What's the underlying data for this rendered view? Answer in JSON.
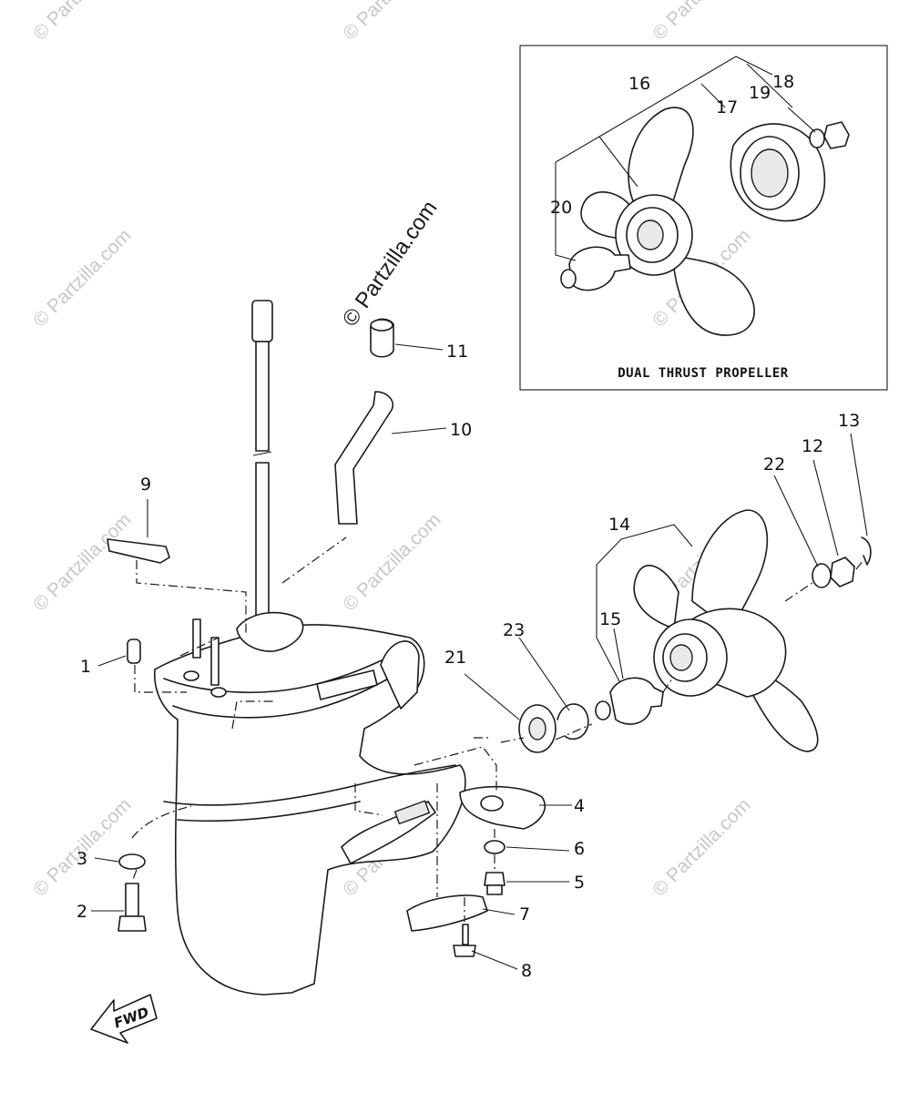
{
  "watermarks": {
    "tiled": "© Partzilla.com",
    "center": "© Partzilla.com"
  },
  "inset": {
    "title": "DUAL THRUST PROPELLER"
  },
  "fwd_label": "FWD",
  "callouts": {
    "p1": "1",
    "p2": "2",
    "p3": "3",
    "p4": "4",
    "p5": "5",
    "p6": "6",
    "p7": "7",
    "p8": "8",
    "p9": "9",
    "p10": "10",
    "p11": "11",
    "p12": "12",
    "p13": "13",
    "p14": "14",
    "p15": "15",
    "p16": "16",
    "p17": "17",
    "p18": "18",
    "p19": "19",
    "p20": "20",
    "p21": "21",
    "p22": "22",
    "p23": "23"
  }
}
